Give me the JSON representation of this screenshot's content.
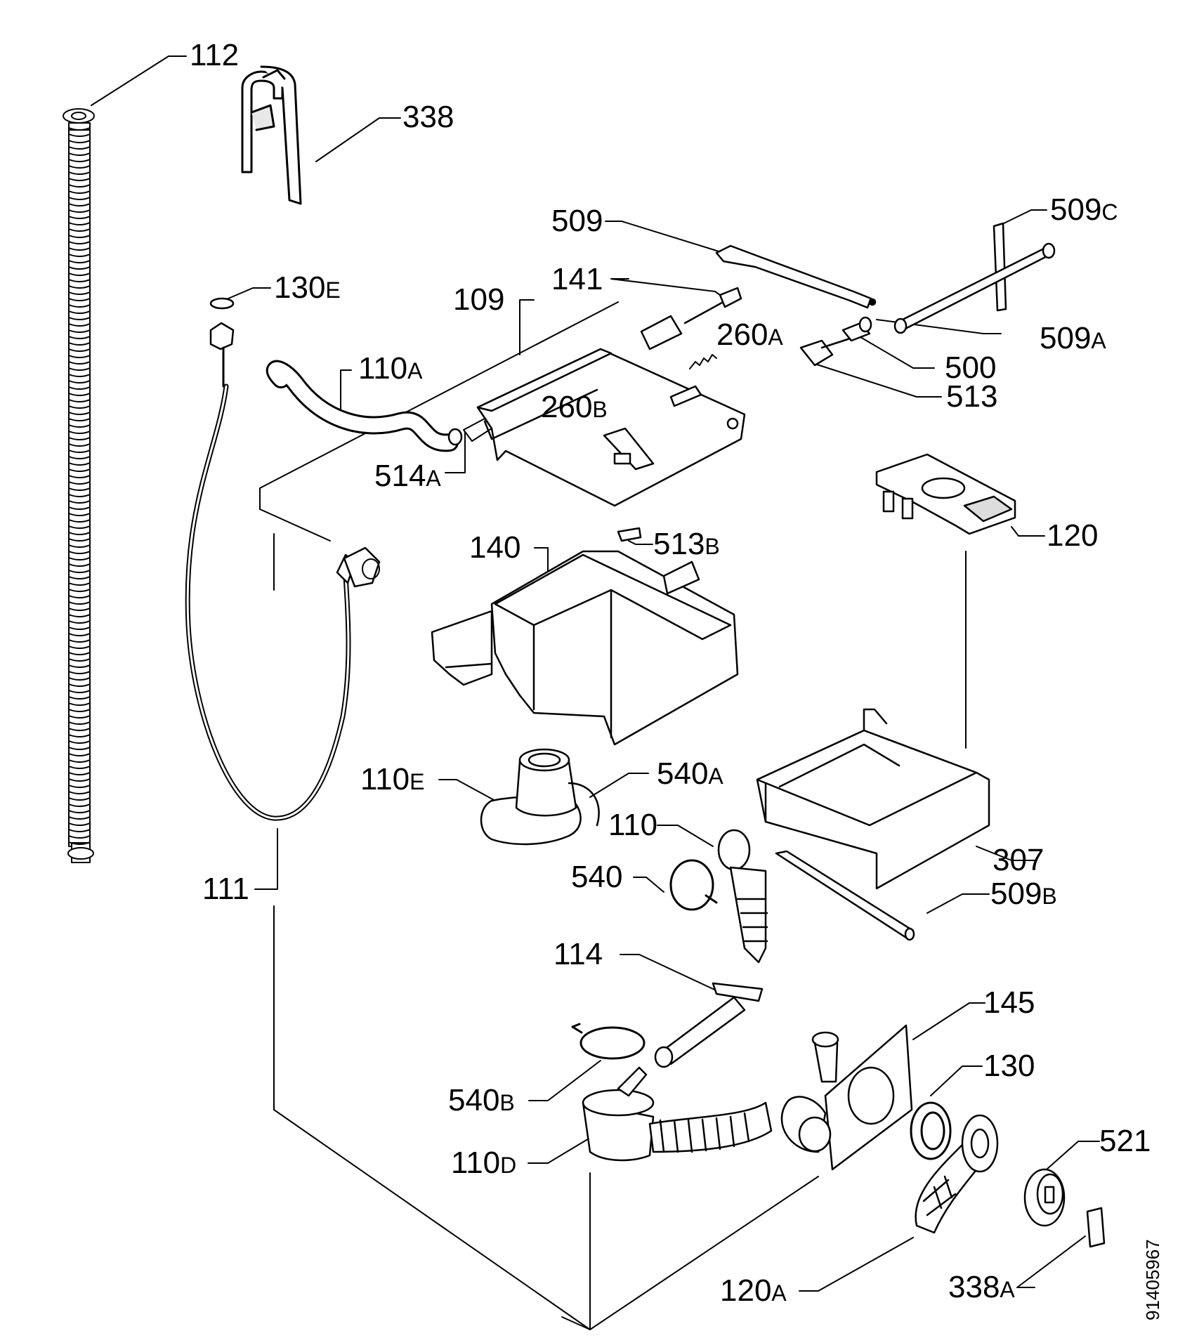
{
  "labels": {
    "l112": "112",
    "l338": "338",
    "l509": "509",
    "l509c": {
      "n": "509",
      "s": "C"
    },
    "l130e": {
      "n": "130",
      "s": "E"
    },
    "l141": "141",
    "l109": "109",
    "l260a": {
      "n": "260",
      "s": "A"
    },
    "l110a": {
      "n": "110",
      "s": "A"
    },
    "l509a": {
      "n": "509",
      "s": "A"
    },
    "l500": "500",
    "l513": "513",
    "l260b": {
      "n": "260",
      "s": "B"
    },
    "l514a": {
      "n": "514",
      "s": "A"
    },
    "l120": "120",
    "l513b": {
      "n": "513",
      "s": "B"
    },
    "l140": "140",
    "l110e": {
      "n": "110",
      "s": "E"
    },
    "l540a": {
      "n": "540",
      "s": "A"
    },
    "l110": "110",
    "l307": "307",
    "l540": "540",
    "l111": "111",
    "l509b": {
      "n": "509",
      "s": "B"
    },
    "l114": "114",
    "l145": "145",
    "l130": "130",
    "l540b": {
      "n": "540",
      "s": "B"
    },
    "l521": "521",
    "l110d": {
      "n": "110",
      "s": "D"
    },
    "l120a": {
      "n": "120",
      "s": "A"
    },
    "l338a": {
      "n": "338",
      "s": "A"
    }
  },
  "document_number": "91405967"
}
